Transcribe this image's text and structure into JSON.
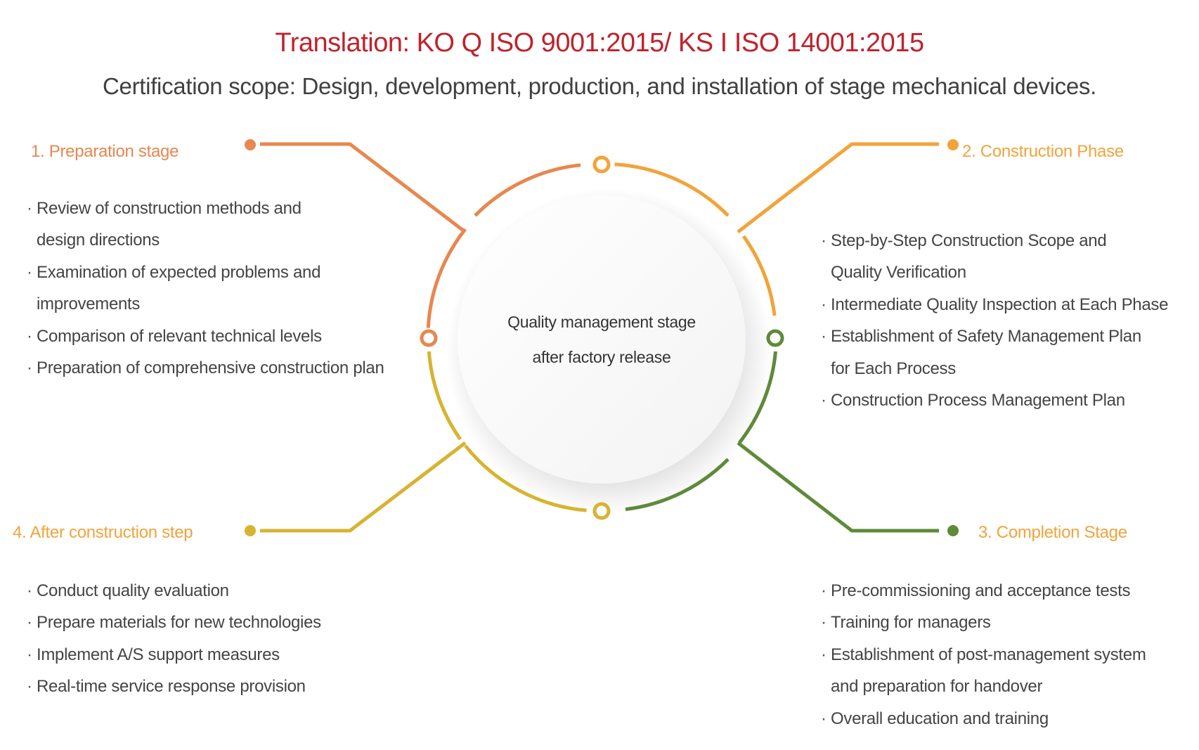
{
  "header": {
    "title": "Translation: KO Q ISO 9001:2015/ KS I ISO 14001:2015",
    "subtitle": "Certification scope: Design, development, production, and installation of stage mechanical devices."
  },
  "center": {
    "line1": "Quality management stage",
    "line2": "after factory release"
  },
  "colors": {
    "title": "#c0222c",
    "stage1": "#e8874f",
    "stage2": "#f2a33a",
    "stage3": "#5e8a3a",
    "stage4": "#d8b330"
  },
  "stages": [
    {
      "title": "1.  Preparation stage",
      "items": [
        [
          "Review of construction methods and",
          "design directions"
        ],
        [
          "Examination of expected problems and",
          "improvements"
        ],
        [
          "Comparison of relevant technical levels"
        ],
        [
          "Preparation of comprehensive construction plan"
        ]
      ]
    },
    {
      "title": "2. Construction Phase",
      "items": [
        [
          "Step-by-Step Construction Scope and",
          "Quality Verification"
        ],
        [
          "Intermediate Quality Inspection at Each Phase"
        ],
        [
          "Establishment of Safety Management Plan",
          "for Each Process"
        ],
        [
          "Construction Process Management Plan"
        ]
      ]
    },
    {
      "title": "3. Completion Stage",
      "items": [
        [
          "Pre-commissioning and acceptance tests"
        ],
        [
          "Training for managers"
        ],
        [
          "Establishment of post-management system",
          "and preparation for handover"
        ],
        [
          "Overall education and training"
        ]
      ]
    },
    {
      "title": "4. After construction step",
      "items": [
        [
          "Conduct quality evaluation"
        ],
        [
          "Prepare materials for new technologies"
        ],
        [
          "Implement A/S support measures"
        ],
        [
          "Real-time service response provision"
        ]
      ]
    }
  ]
}
